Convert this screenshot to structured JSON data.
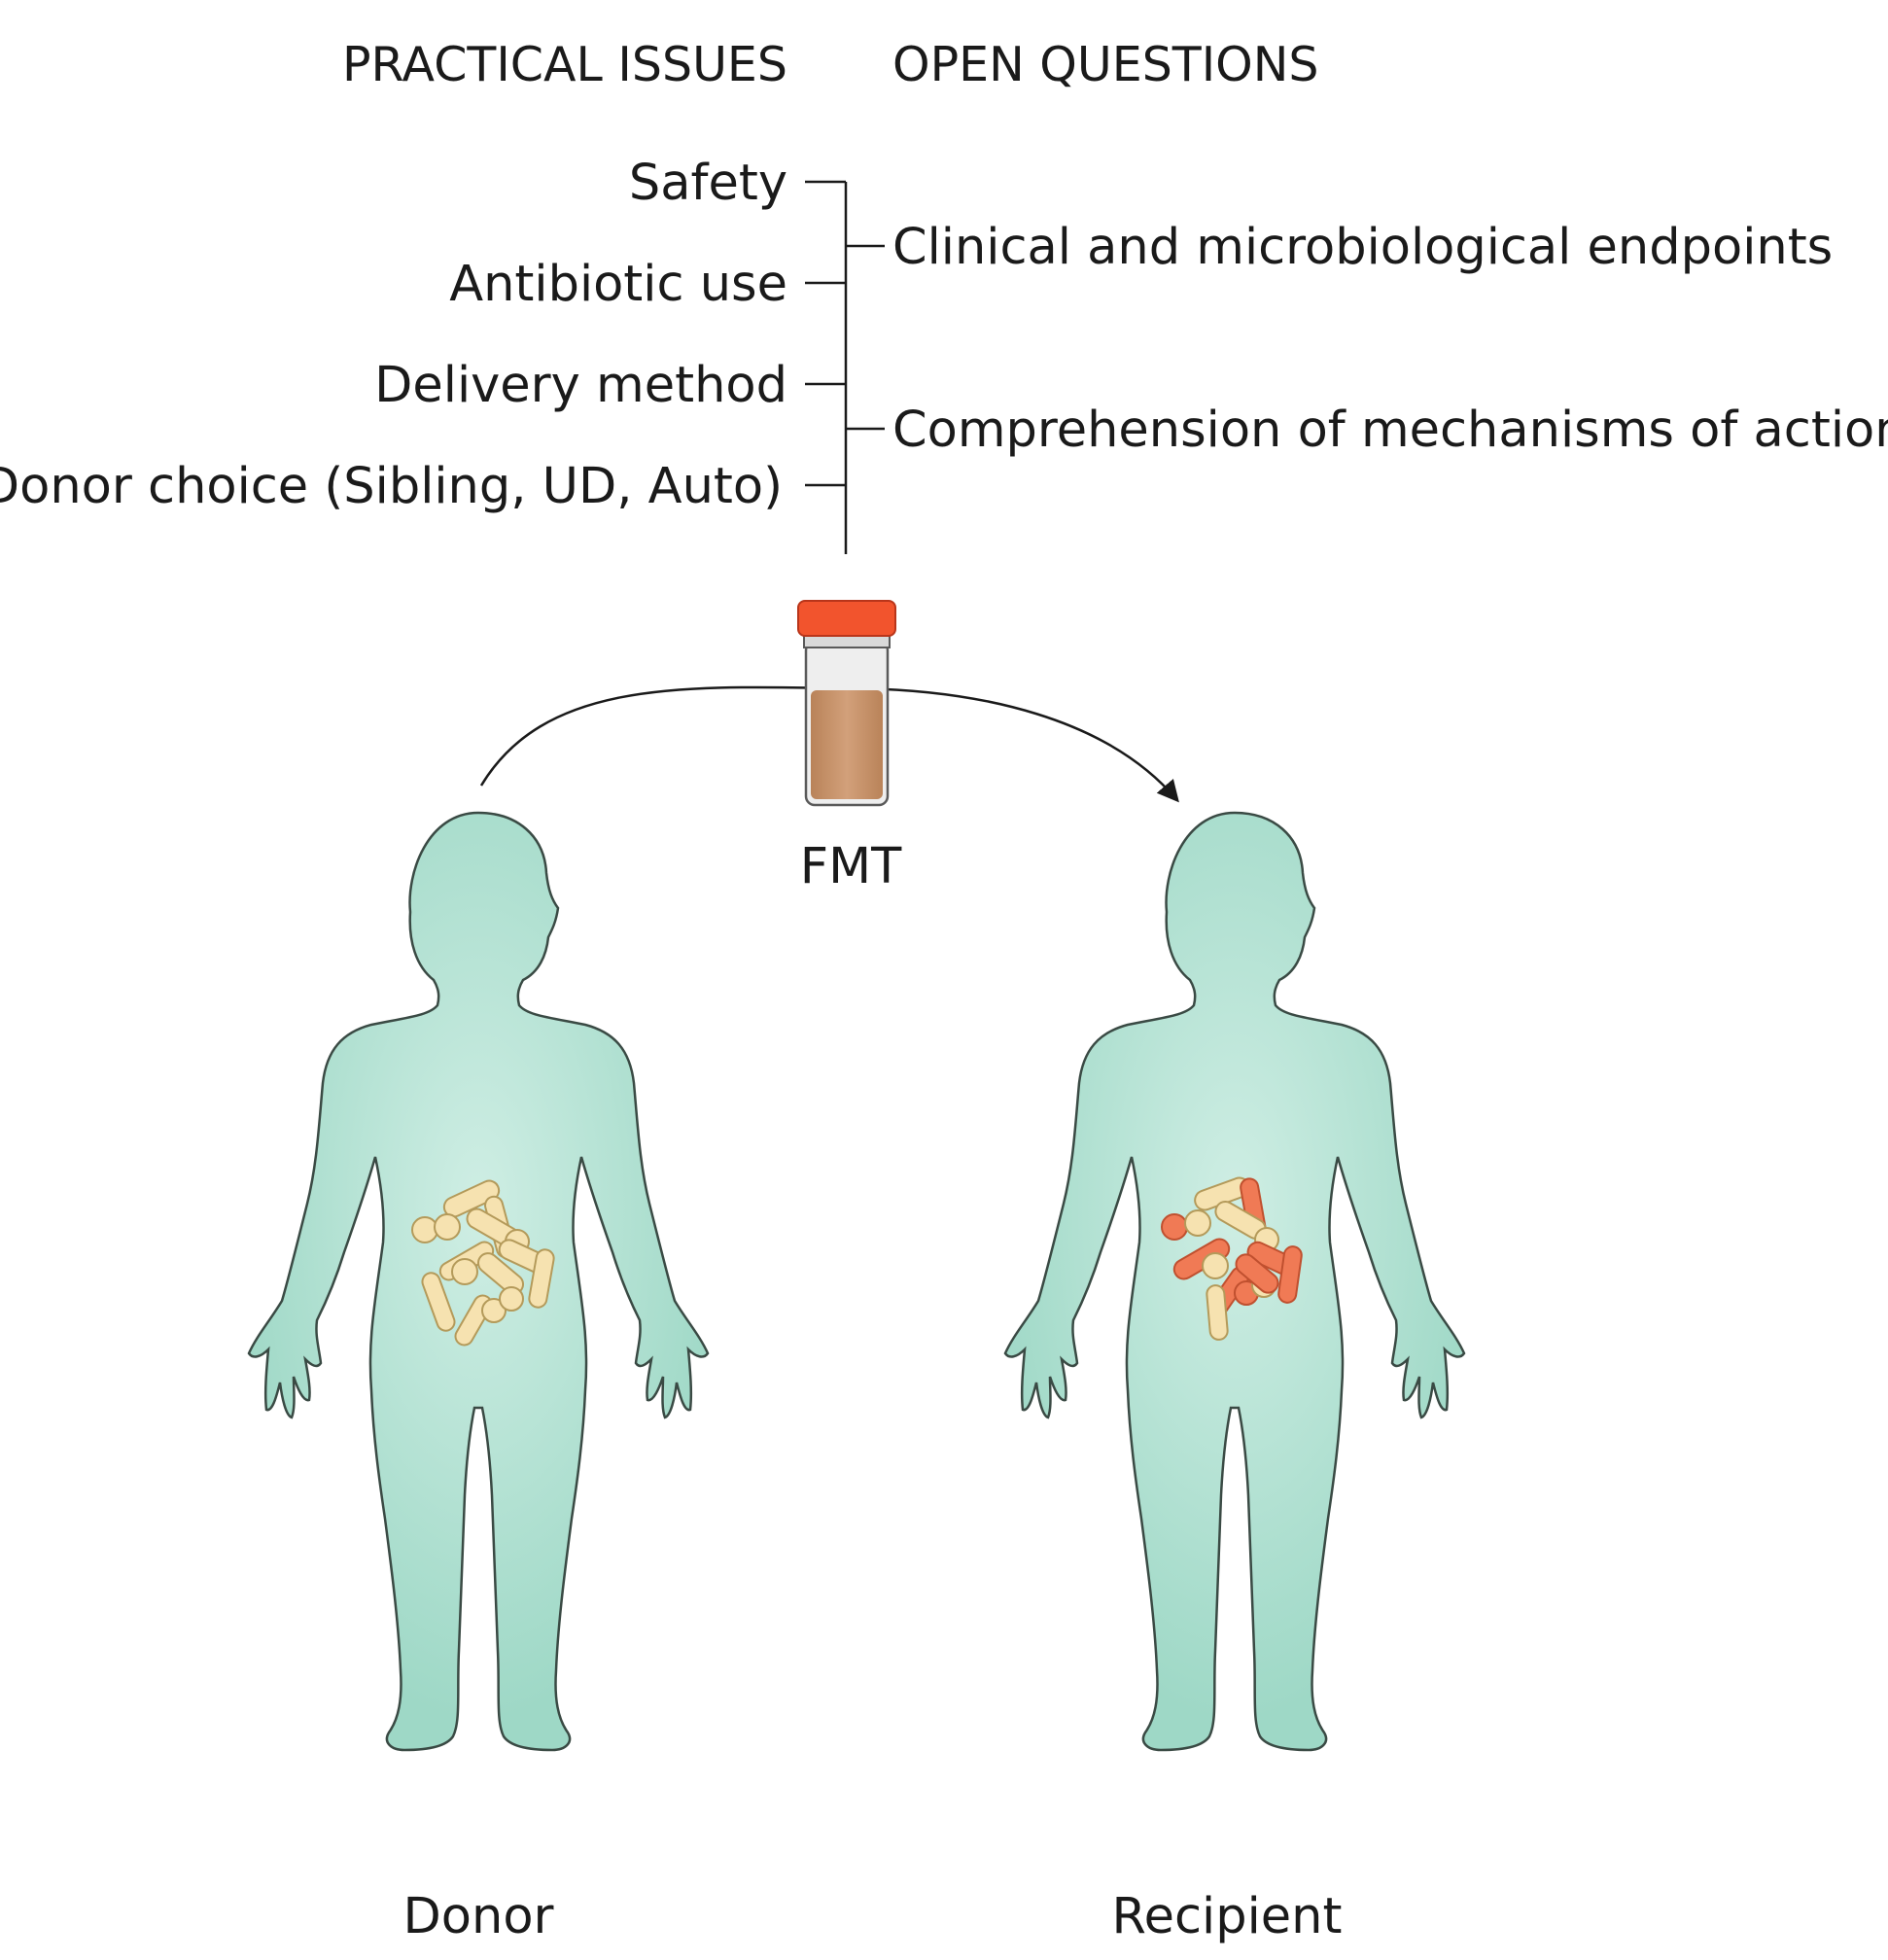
{
  "headers": {
    "practical": "PRACTICAL ISSUES",
    "open": "OPEN QUESTIONS"
  },
  "practical_issues": [
    "Safety",
    "Antibiotic use",
    "Delivery method",
    "Donor choice (Sibling, UD, Auto)"
  ],
  "open_questions": [
    "Clinical and microbiological endpoints",
    "Comprehension of mechanisms of action"
  ],
  "transfer_label": "FMT",
  "donor_label": "Donor",
  "recipient_label": "Recipient",
  "colors": {
    "body": "#9ed8c6",
    "body_highlight": "#cfeee4",
    "outline": "#3a4a44",
    "cap": "#f2542d",
    "jar": "#eeeeee",
    "stool": "#c8946a",
    "healthy_microbe": "#f6e2b0",
    "dysbiotic_microbe": "#f07a55"
  },
  "icons": {
    "jar": "specimen-jar-icon",
    "donor": "human-silhouette-icon",
    "recipient": "human-silhouette-icon"
  }
}
